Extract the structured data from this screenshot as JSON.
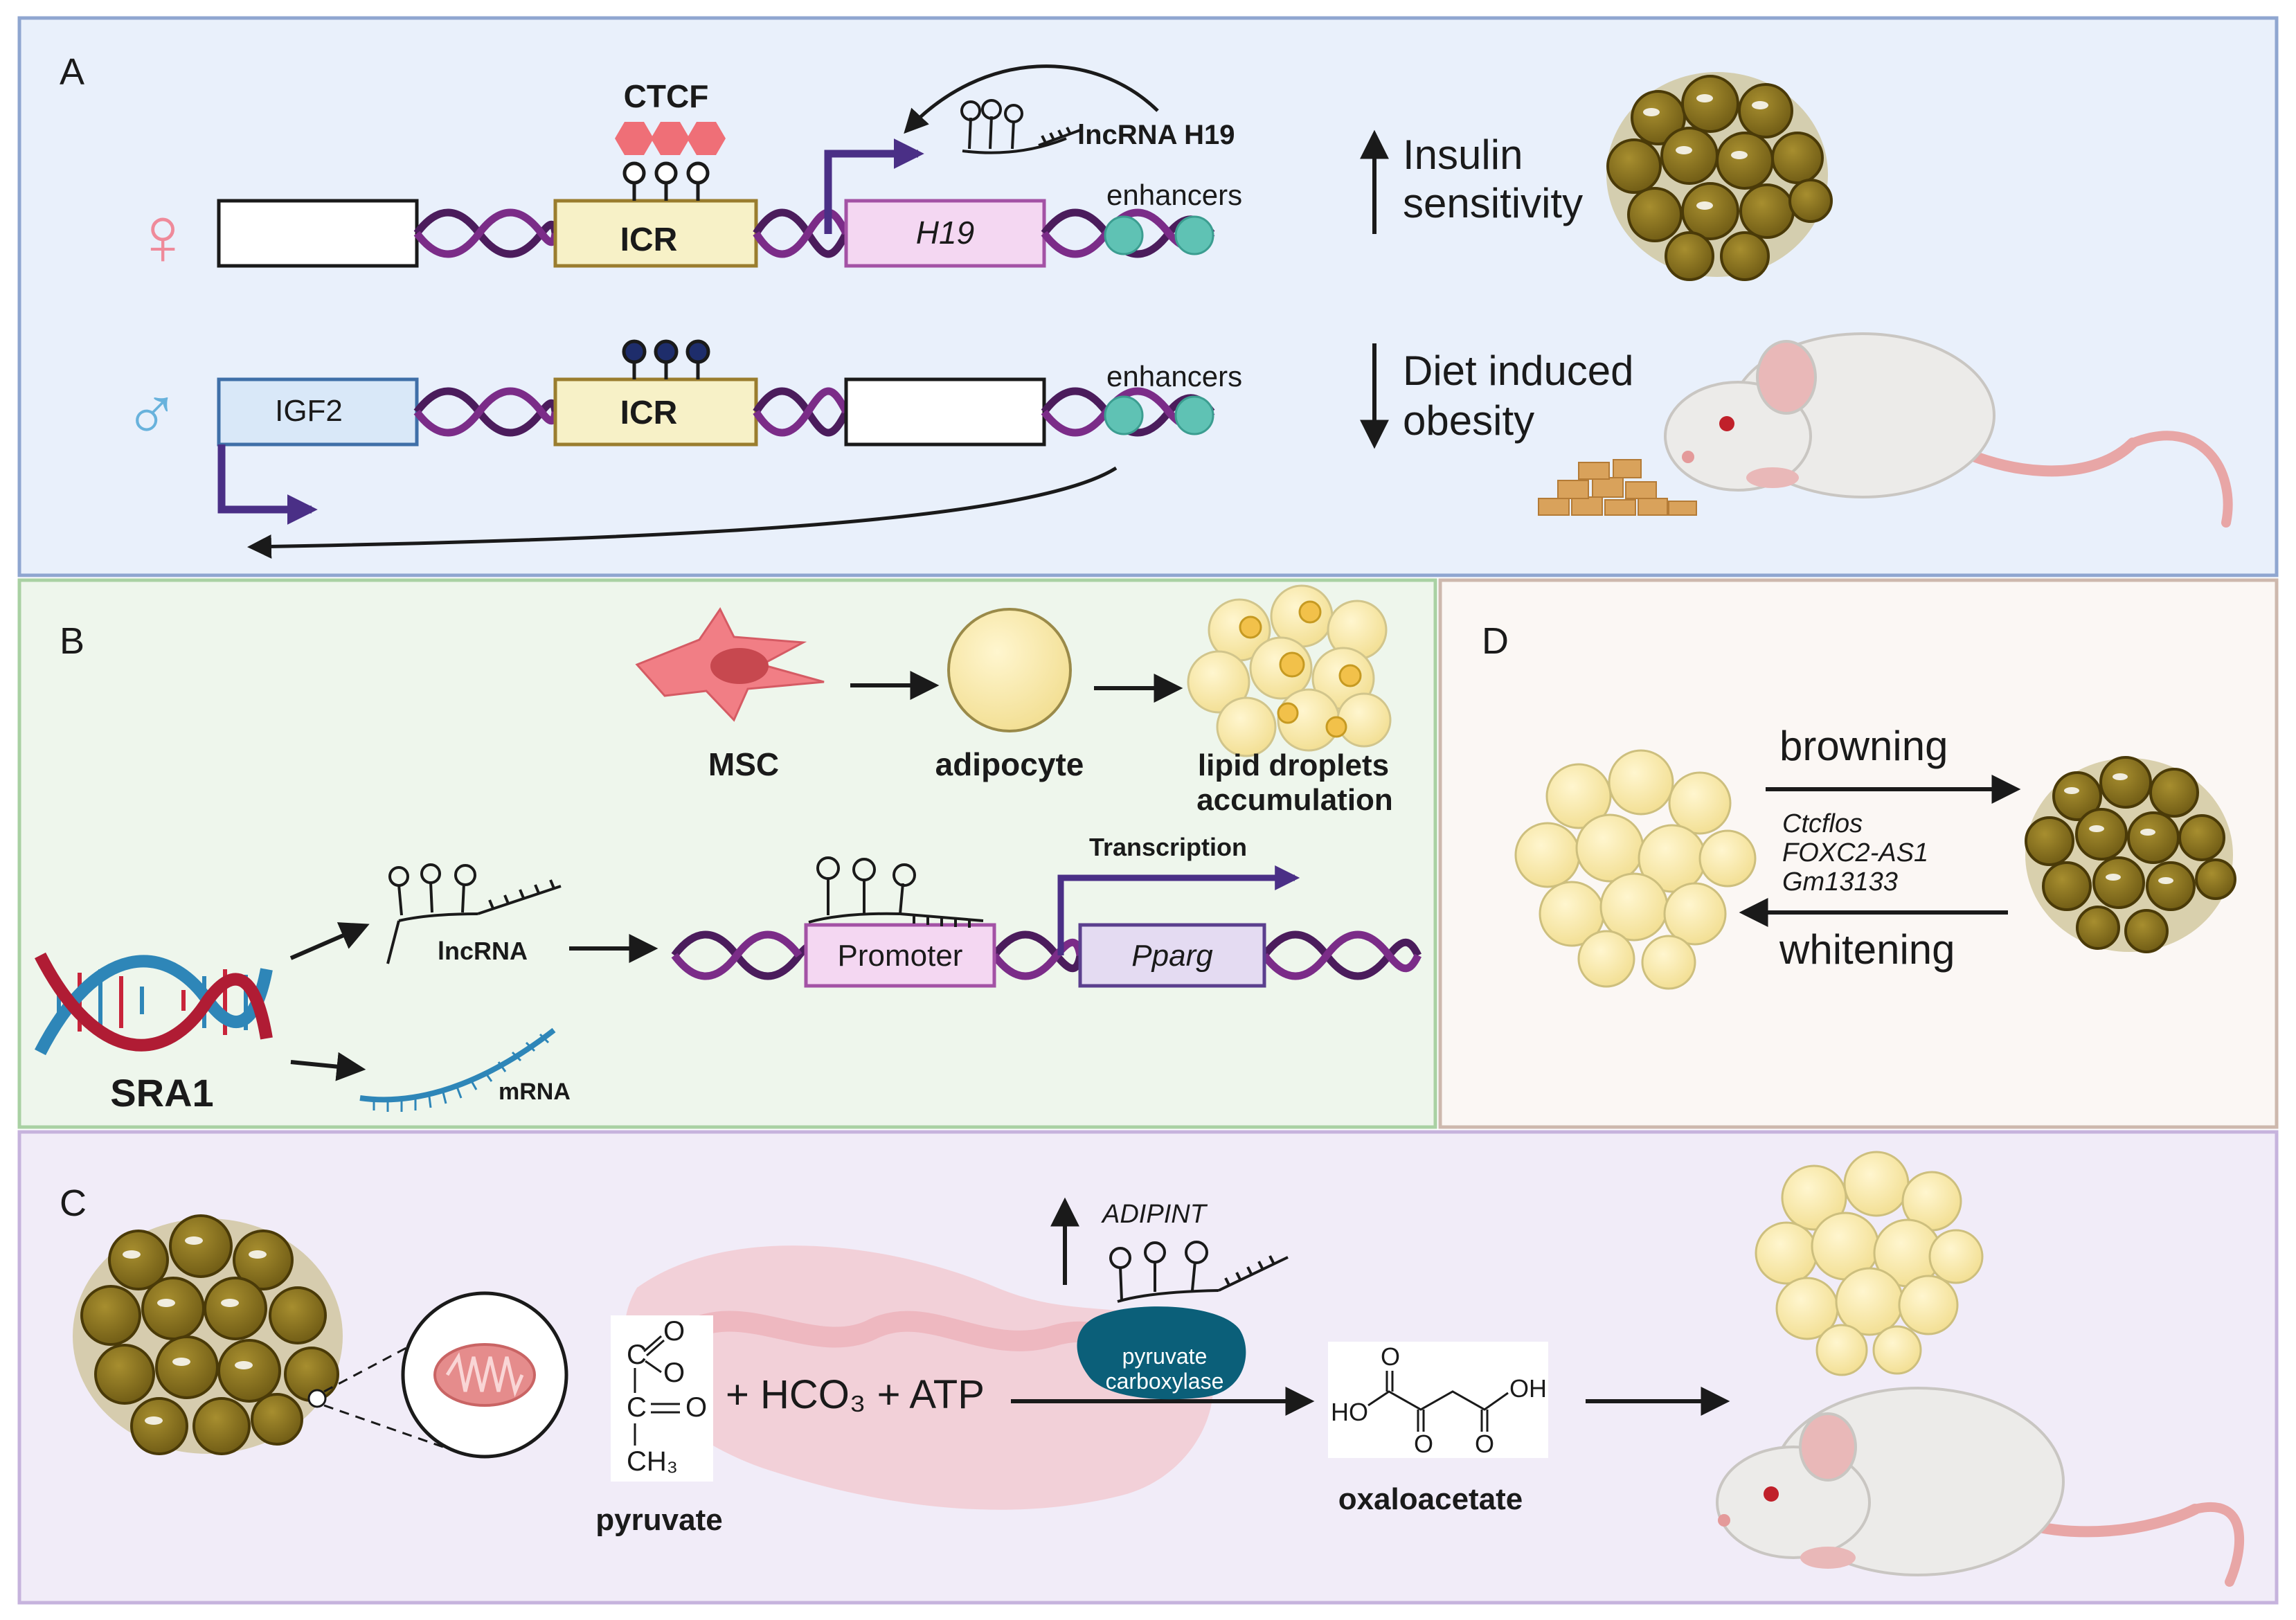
{
  "panelA": {
    "letter": "A",
    "ctcf": "CTCF",
    "lncrna_h19": "lncRNA H19",
    "enhancers_top": "enhancers",
    "enhancers_bottom": "enhancers",
    "icr_top": "ICR",
    "icr_bottom": "ICR",
    "h19": "H19",
    "igf2": "IGF2",
    "female_symbol": "♀",
    "male_symbol": "♂",
    "insulin_l1": "Insulin",
    "insulin_l2": "sensitivity",
    "obesity_l1": "Diet induced",
    "obesity_l2": "obesity"
  },
  "panelB": {
    "letter": "B",
    "msc": "MSC",
    "adipocyte": "adipocyte",
    "lipid_l1": "lipid droplets",
    "lipid_l2": "accumulation",
    "lncrna": "lncRNA",
    "mrna": "mRNA",
    "sra1": "SRA1",
    "transcription": "Transcription",
    "promoter": "Promoter",
    "pparg": "Pparg"
  },
  "panelC": {
    "letter": "C",
    "adipint": "ADIPINT",
    "pc_l1": "pyruvate",
    "pc_l2": "carboxylase",
    "equation": "+ HCO₃ + ATP",
    "pyruvate": "pyruvate",
    "oxaloacetate": "oxaloacetate",
    "ch3": "CH₃",
    "o_label": "O",
    "c_label": "C",
    "ho_label": "HO",
    "oh_label": "OH"
  },
  "panelD": {
    "letter": "D",
    "browning": "browning",
    "whitening": "whitening",
    "gene1": "Ctcflos",
    "gene2": "FOXC2-AS1",
    "gene3": "Gm13133"
  },
  "colors": {
    "panelA_bg": "#e9f0fb",
    "panelB_bg": "#eef6ec",
    "panelC_bg": "#f1ecf8",
    "panelD_bg": "#fbf7f4",
    "dna": "#4b1c5c",
    "arrow_purple": "#4a2f86",
    "brown_fat": "#8a7320",
    "white_fat": "#f8e7a6",
    "enhancer": "#5fc2b4",
    "ctcf": "#ef6f77",
    "methyl": "#1e2d6b",
    "pc_enzyme": "#0b5f79"
  }
}
